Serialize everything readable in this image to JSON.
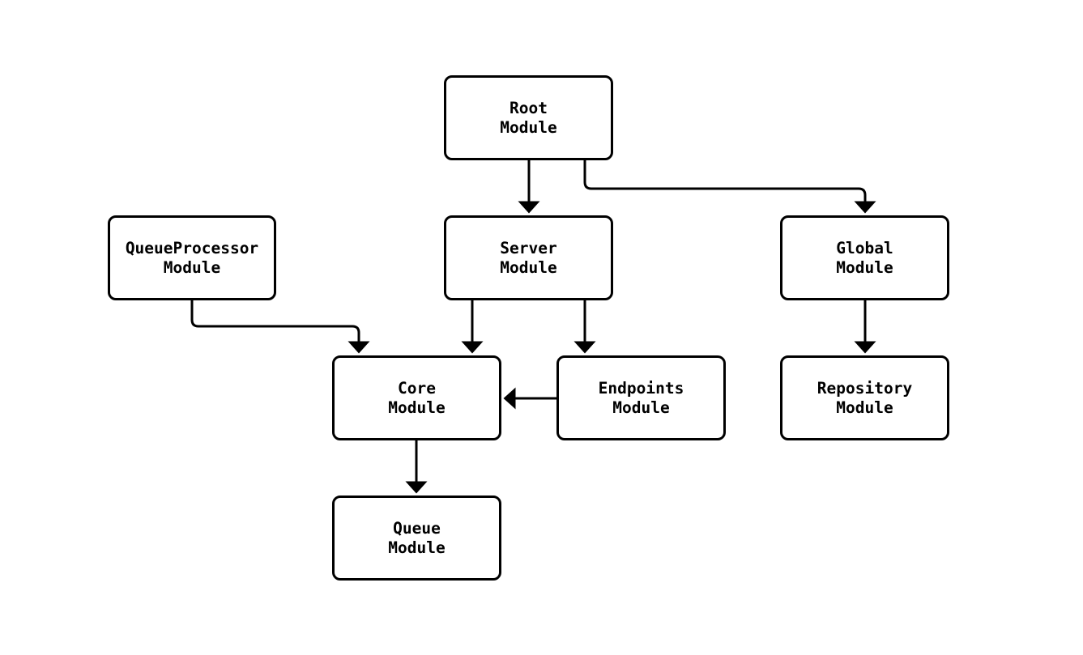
{
  "diagram": {
    "title": "module-dependency-graph",
    "background_color": "#ffffff",
    "node_fill_color": "#ffffff",
    "node_border_color": "#000000",
    "edge_color": "#000000",
    "text_color": "#000000",
    "nodes": [
      {
        "id": "root",
        "label": "Root\nModule"
      },
      {
        "id": "queueprocessor",
        "label": "QueueProcessor\nModule"
      },
      {
        "id": "server",
        "label": "Server\nModule"
      },
      {
        "id": "global",
        "label": "Global\nModule"
      },
      {
        "id": "core",
        "label": "Core\nModule"
      },
      {
        "id": "endpoints",
        "label": "Endpoints\nModule"
      },
      {
        "id": "repository",
        "label": "Repository\nModule"
      },
      {
        "id": "queue",
        "label": "Queue\nModule"
      }
    ],
    "edges": [
      {
        "from": "root",
        "to": "server"
      },
      {
        "from": "root",
        "to": "global"
      },
      {
        "from": "queueprocessor",
        "to": "core"
      },
      {
        "from": "server",
        "to": "core"
      },
      {
        "from": "server",
        "to": "endpoints"
      },
      {
        "from": "endpoints",
        "to": "core"
      },
      {
        "from": "core",
        "to": "queue"
      },
      {
        "from": "global",
        "to": "repository"
      }
    ]
  }
}
